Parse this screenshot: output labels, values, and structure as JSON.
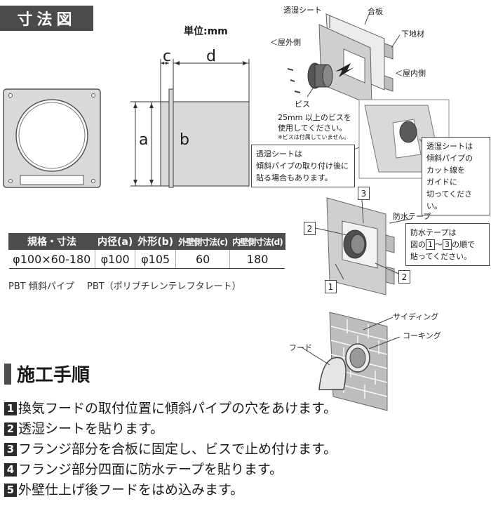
{
  "section_title": "寸法図",
  "unit_label": "単位:mm",
  "dims": {
    "a": "a",
    "b": "b",
    "c": "c",
    "d": "d"
  },
  "spec_table": {
    "headers": [
      "規格・寸法",
      "内径(a)",
      "外形(b)",
      "外壁側寸法(c)",
      "内壁側寸法(d)"
    ],
    "row": [
      "φ100×60-180",
      "φ100",
      "φ105",
      "60",
      "180"
    ]
  },
  "material": [
    "PBT 傾斜パイプ",
    "PBT（ポリブチレンテレフタレート）"
  ],
  "install_labels": {
    "moisture_sheet": "透湿シート",
    "plywood": "合板",
    "base_material": "下地材",
    "outdoor": "＜屋外側",
    "indoor": "＜屋内側",
    "screw": "ビス",
    "screw_note_1": "25mm 以上のビスを",
    "screw_note_2": "使用してください。",
    "screw_note_3": "※ビスは付属していません。",
    "sheet_note": [
      "透湿シートは",
      "傾斜パイプの取り付け後に",
      "貼る場合もあります。"
    ],
    "cut_note": [
      "透湿シートは",
      "傾斜パイプの",
      "カット線を",
      "ガイドに",
      "切ってください。"
    ],
    "waterproof_tape": "防水テープ",
    "tape_note": [
      "防水テープは",
      "図の",
      "1",
      "～",
      "3",
      "の順で",
      "貼ってください。"
    ],
    "num1": "1",
    "num2": "2",
    "num2b": "2",
    "num3": "3",
    "siding": "サイディング",
    "caulking": "コーキング",
    "hood": "フード"
  },
  "procedure_title": "施工手順",
  "steps": [
    {
      "n": "1",
      "text": "換気フードの取付位置に傾斜パイプの穴をあけます。"
    },
    {
      "n": "2",
      "text": "透湿シートを貼ります。"
    },
    {
      "n": "3",
      "text": "フランジ部分を合板に固定し、ビスで止め付けます。"
    },
    {
      "n": "4",
      "text": "フランジ部分四面に防水テープを貼ります。"
    },
    {
      "n": "5",
      "text": "外壁仕上げ後フードをはめ込みます。"
    }
  ]
}
